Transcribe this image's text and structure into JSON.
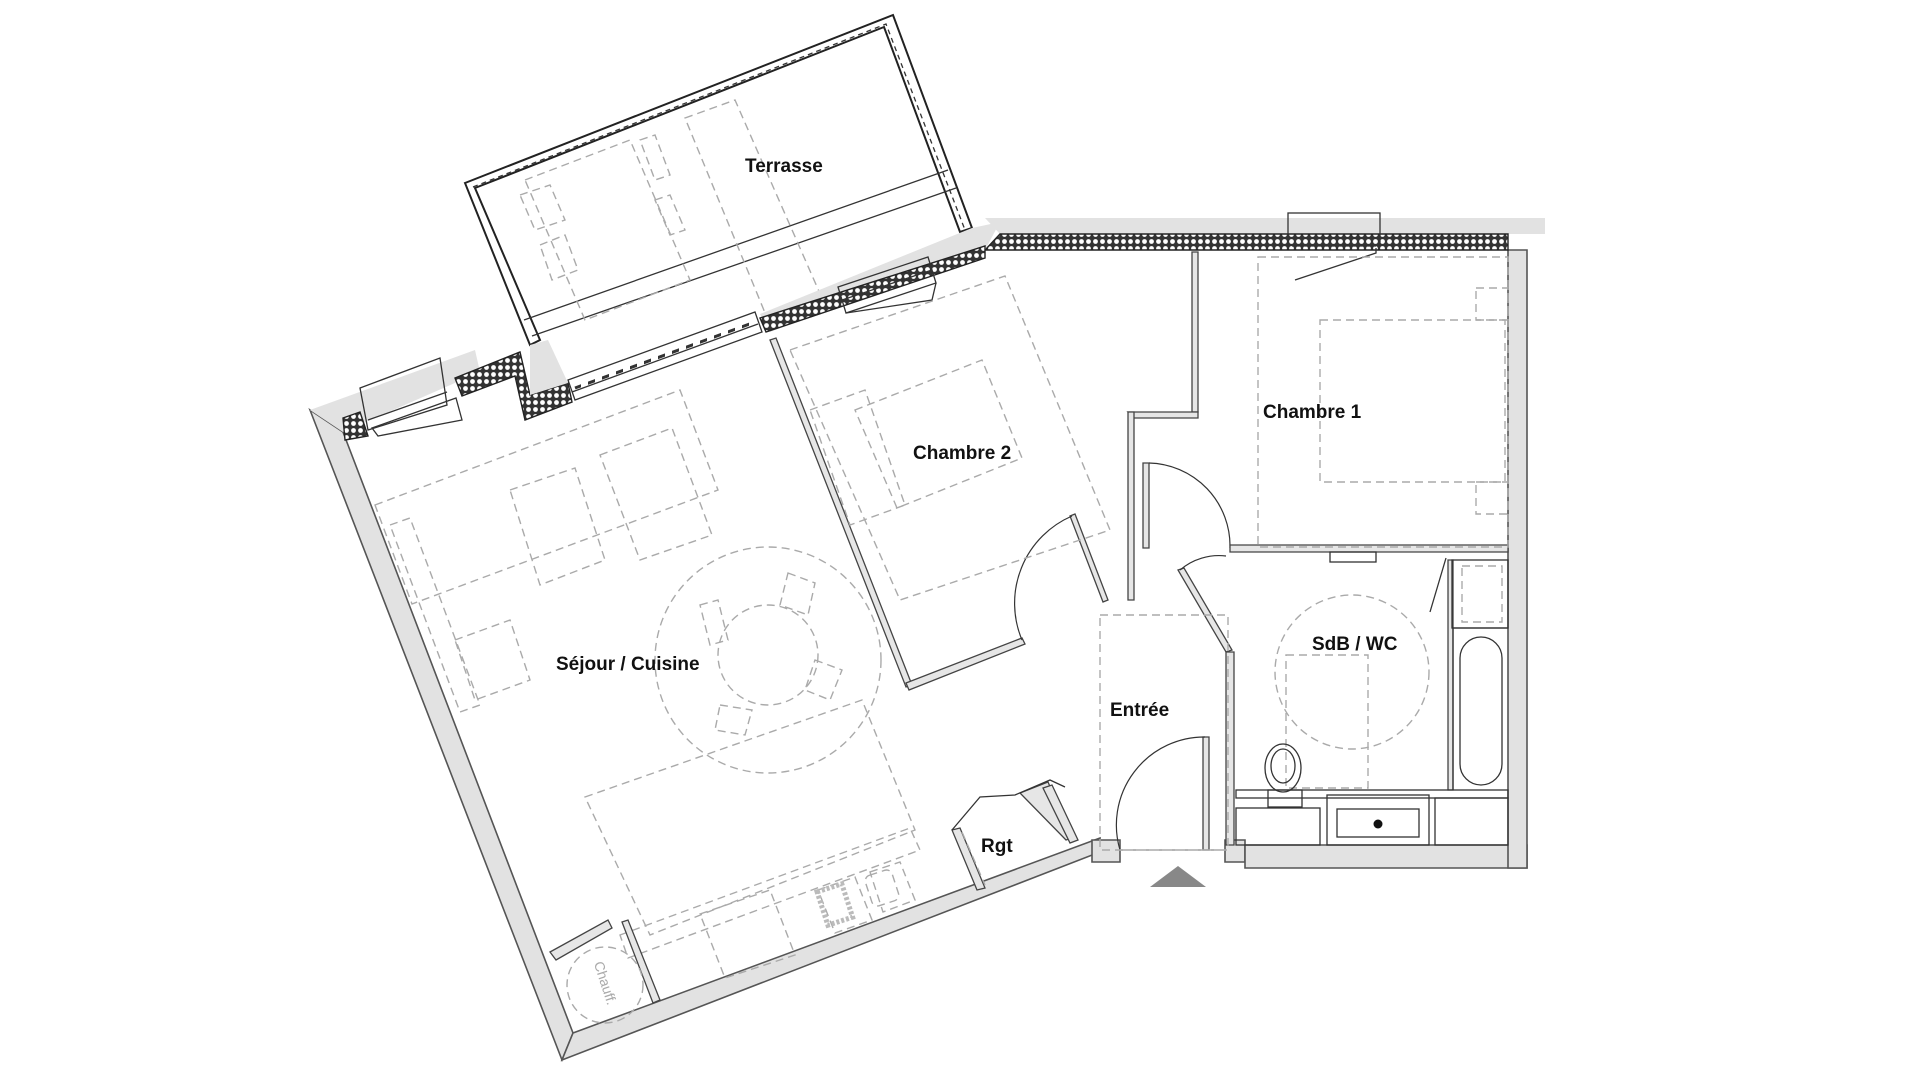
{
  "plan": {
    "background": "#ffffff",
    "wall_fill": "#e2e2e2",
    "entry_marker_color": "#888888",
    "rooms": [
      {
        "id": "terrasse",
        "label": "Terrasse"
      },
      {
        "id": "chambre2",
        "label": "Chambre 2"
      },
      {
        "id": "chambre1",
        "label": "Chambre 1"
      },
      {
        "id": "sejour",
        "label": "Séjour / Cuisine"
      },
      {
        "id": "entree",
        "label": "Entrée"
      },
      {
        "id": "sdb",
        "label": "SdB / WC"
      },
      {
        "id": "rgt",
        "label": "Rgt"
      }
    ],
    "annotations": {
      "chauff": "Chauff."
    },
    "entry_marker": "entrance-arrow"
  }
}
